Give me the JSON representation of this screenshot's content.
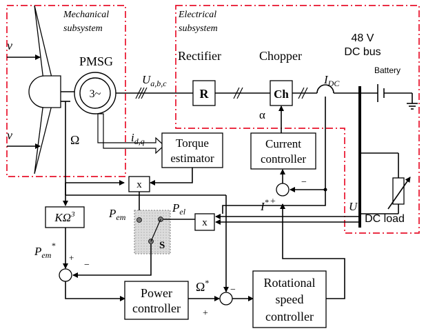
{
  "subsystems": {
    "mechanical_line1": "Mechanical",
    "mechanical_line2": "subsystem",
    "electrical_line1": "Electrical",
    "electrical_line2": "subsystem"
  },
  "inputs": {
    "wind_top": "v",
    "wind_bottom": "v"
  },
  "components": {
    "pmsg": "PMSG",
    "generator_symbol": "3~",
    "rectifier_label": "Rectifier",
    "rectifier_block": "R",
    "chopper_label": "Chopper",
    "chopper_block": "Ch",
    "dc_bus_line1": "48 V",
    "dc_bus_line2": "DC bus",
    "battery": "Battery",
    "dc_load": "DC load",
    "torque_estimator_line1": "Torque",
    "torque_estimator_line2": "estimator",
    "current_controller_line1": "Current",
    "current_controller_line2": "controller",
    "power_controller_line1": "Power",
    "power_controller_line2": "controller",
    "rotational_controller_line1": "Rotational",
    "rotational_controller_line2": "speed",
    "rotational_controller_line3": "controller",
    "multiplier_symbol": "x",
    "switch_label": "S"
  },
  "signals": {
    "omega": "Ω",
    "alpha": "α",
    "u_main": "U",
    "u_sub": "a,b,c",
    "idq_main": "i",
    "idq_sub": "d,q",
    "idc_main": "I",
    "idc_sub": "DC",
    "istar_main": "I",
    "istar_sup": "*",
    "u_dc": "U",
    "pem_main": "P",
    "pem_sub": "em",
    "pel_main": "P",
    "pel_sub": "el",
    "kq_main": "KΩ",
    "kq_sup": "3",
    "pemstar_main": "P",
    "pemstar_sub": "em",
    "pemstar_sup": "*",
    "omegastar_main": "Ω",
    "omegastar_sup": "*",
    "plus": "+",
    "minus": "−"
  }
}
